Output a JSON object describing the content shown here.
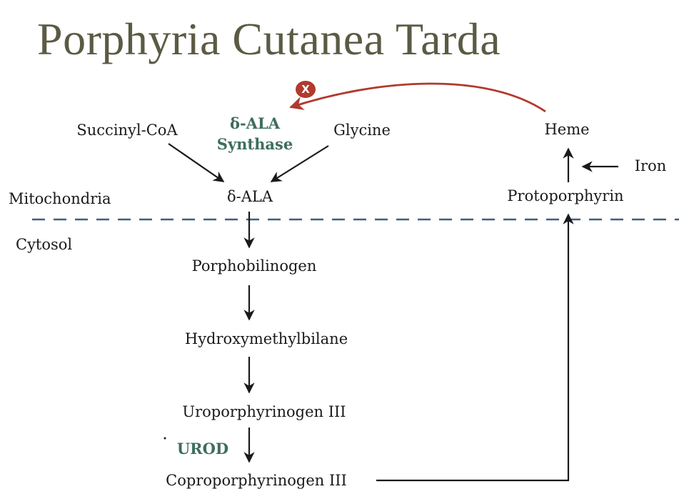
{
  "title": "Porphyria Cutanea Tarda",
  "compartments": {
    "mitochondria": "Mitochondria",
    "cytosol": "Cytosol"
  },
  "nodes": {
    "succinyl_coa": "Succinyl-CoA",
    "glycine": "Glycine",
    "delta_ala": "δ-ALA",
    "porphobilinogen": "Porphobilinogen",
    "hydroxymethylbilane": "Hydroxymethylbilane",
    "uroporphyrinogen_iii": "Uroporphyrinogen III",
    "coproporphyrinogen_iii": "Coproporphyrinogen III",
    "protoporphyrin": "Protoporphyrin",
    "heme": "Heme",
    "iron": "Iron"
  },
  "enzymes": {
    "ala_synthase_line1": "δ-ALA",
    "ala_synthase_line2": "Synthase",
    "urod": "UROD"
  },
  "inhibition_badge": "X",
  "colors": {
    "title": "#5b5a44",
    "enzyme": "#3e6e5b",
    "feedback": "#b03a2e",
    "divider": "#3f5f7f",
    "arrow": "#1a1a1a"
  }
}
